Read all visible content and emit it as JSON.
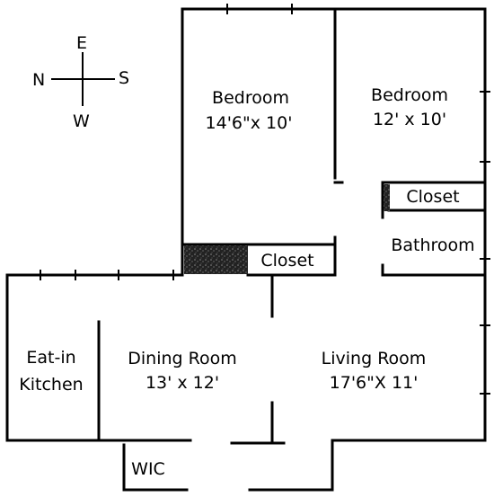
{
  "compass": {
    "north": "N",
    "east": "E",
    "south": "S",
    "west": "W"
  },
  "rooms": {
    "bedroom_1": {
      "name": "Bedroom",
      "size": "14'6\"x 10'"
    },
    "bedroom_2": {
      "name": "Bedroom",
      "size": "12' x 10'"
    },
    "closet_1": {
      "name": "Closet"
    },
    "closet_2": {
      "name": "Closet"
    },
    "bathroom": {
      "name": "Bathroom"
    },
    "kitchen": {
      "line1": "Eat-in",
      "line2": "Kitchen"
    },
    "dining_room": {
      "name": "Dining Room",
      "size": "13' x 12'"
    },
    "living_room": {
      "name": "Living Room",
      "size": "17'6\"X 11'"
    },
    "wic": {
      "name": "WIC"
    }
  },
  "colors": {
    "wall": "#000000",
    "background": "#ffffff",
    "chimney": "#2a2a2a"
  }
}
